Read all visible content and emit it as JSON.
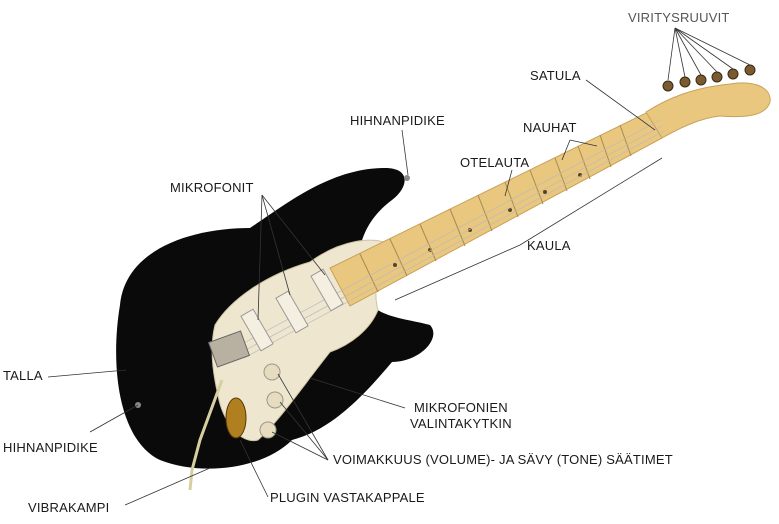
{
  "labels": {
    "tuners": "VIRITYSRUUVIT",
    "nut": "SATULA",
    "frets": "NAUHAT",
    "strap_button_top": "HIHNANPIDIKE",
    "fretboard": "OTELAUTA",
    "pickups": "MIKROFONIT",
    "neck": "KAULA",
    "bridge": "TALLA",
    "pickup_selector_line1": "MIKROFONIEN",
    "pickup_selector_line2": "VALINTAKYTKIN",
    "strap_button_bottom": "HIHNANPIDIKE",
    "controls": "VOIMAKKUUS (VOLUME)- JA SÄVY (TONE) SÄÄTIMET",
    "tremolo_arm": "VIBRAKAMPI",
    "jack": "PLUGIN VASTAKAPPALE"
  },
  "colors": {
    "body": "#0a0a0a",
    "pickguard": "#efe6cf",
    "maple": "#e9c77e",
    "line": "#333333"
  }
}
